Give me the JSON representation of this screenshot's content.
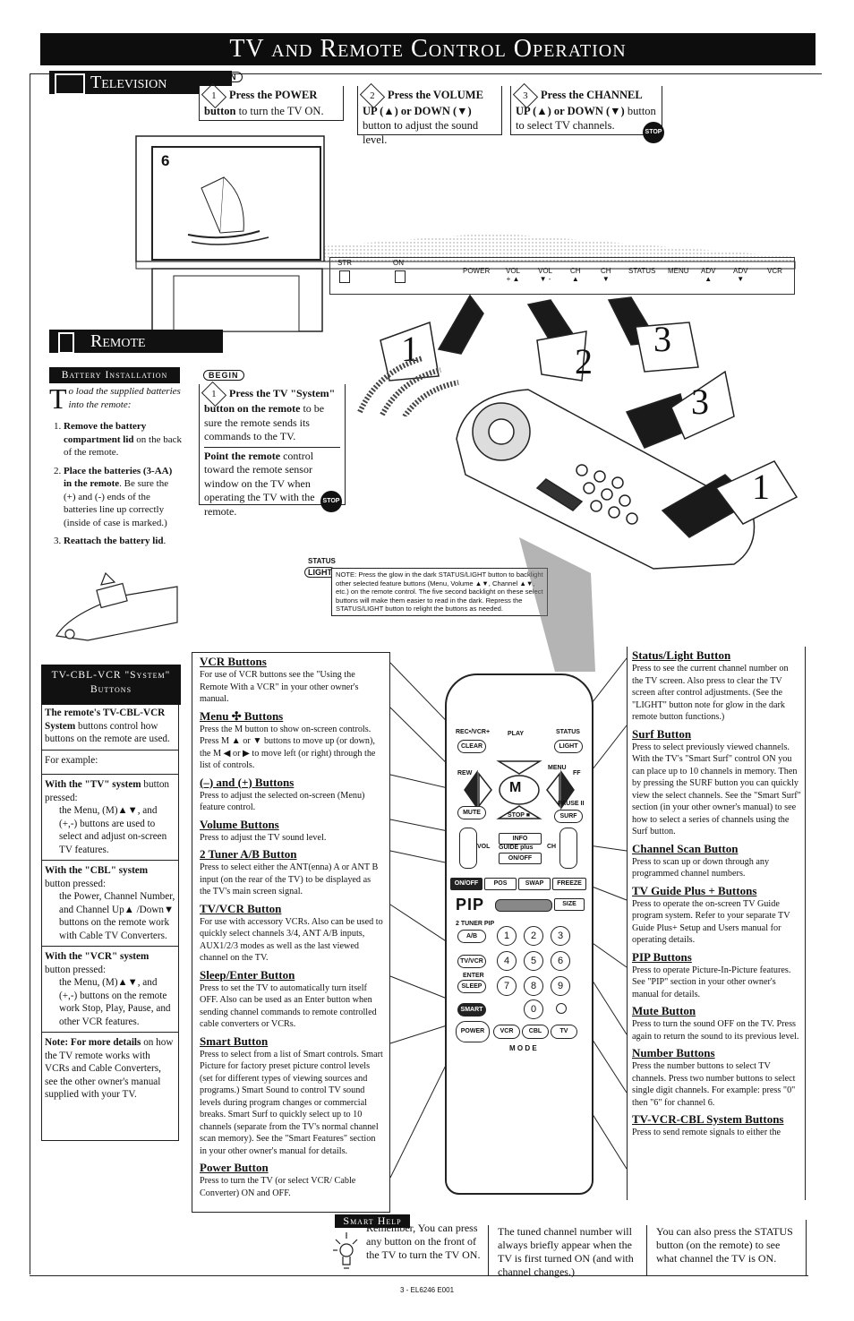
{
  "title": "TV and Remote Control Operation",
  "television": {
    "section_label": "Television",
    "begin_label": "BEGIN",
    "steps": [
      {
        "num": "1",
        "bold": "Press the POWER button",
        "rest": " to turn the TV ON."
      },
      {
        "num": "2",
        "bold": "Press the VOLUME UP (▲) or DOWN (▼)",
        "rest": " button to adjust the sound level."
      },
      {
        "num": "3",
        "bold": "Press the CHANNEL UP (▲) or DOWN (▼)",
        "rest": " button to select TV channels."
      }
    ],
    "stop_label": "STOP",
    "screen_channel": "6",
    "panel": {
      "str": "STR",
      "on": "ON",
      "buttons": [
        {
          "top": "POWER",
          "sub": ""
        },
        {
          "top": "VOL",
          "sub": "+ ▲"
        },
        {
          "top": "VOL",
          "sub": "▼ -"
        },
        {
          "top": "CH",
          "sub": "▲"
        },
        {
          "top": "CH",
          "sub": "▼"
        },
        {
          "top": "STATUS",
          "sub": ""
        },
        {
          "top": "MENU",
          "sub": ""
        },
        {
          "top": "ADV",
          "sub": "▲"
        },
        {
          "top": "ADV",
          "sub": "▼"
        },
        {
          "top": "VCR",
          "sub": ""
        }
      ]
    },
    "callouts": [
      "1",
      "2",
      "3"
    ]
  },
  "remote": {
    "section_label": "Remote",
    "battery": {
      "heading": "Battery Installation",
      "intro_initial": "T",
      "intro": "o load the supplied batteries into the remote:",
      "steps": [
        {
          "bold": "Remove the battery compartment lid",
          "rest": " on the back of the remote."
        },
        {
          "bold": "Place the batteries (3-AA) in the remote",
          "rest": ". Be sure the (+) and (-) ends of the batteries line up correctly (inside of case is marked.)"
        },
        {
          "bold": "Reattach the battery lid",
          "rest": "."
        }
      ]
    },
    "begin_label": "BEGIN",
    "step1": {
      "num": "1",
      "bold1": "Press the TV \"System\" button on the remote",
      "rest1": " to be sure the remote sends its commands to the TV.",
      "bold2": "Point the remote",
      "rest2": " control toward the remote sensor window on the TV when operating the TV with the remote."
    },
    "stop_label": "STOP",
    "status_label": "STATUS",
    "light_label": "LIGHT",
    "note": "NOTE: Press the glow in the dark STATUS/LIGHT button to backlight other selected feature buttons (Menu, Volume ▲▼, Channel ▲▼, etc.) on the remote control. The five second backlight on these select buttons will make them easier to read in the dark. Repress the STATUS/LIGHT button to relight the buttons as needed.",
    "callouts": [
      "3",
      "1"
    ]
  },
  "system_buttons": {
    "heading1": "TV-CBL-VCR \"System\"",
    "heading2": "Buttons",
    "intro_bold": "The remote's TV-CBL-VCR System",
    "intro_rest": " buttons control how buttons on the remote are used.",
    "example": "For example:",
    "items": [
      {
        "bold": "With the \"TV\" system",
        "rest": " button pressed:",
        "detail": "the Menu, (M)▲▼, and (+,-) buttons are used to select and adjust on-screen TV features."
      },
      {
        "bold": "With the \"CBL\" system",
        "rest": " button pressed:",
        "detail": "the Power, Channel Number, and Channel Up▲ /Down▼ buttons on the remote work with Cable TV Converters."
      },
      {
        "bold": "With the \"VCR\" system",
        "rest": " button pressed:",
        "detail": "the Menu, (M)▲▼, and (+,-) buttons on the remote work Stop, Play, Pause, and other VCR features."
      }
    ],
    "note_bold": "Note: For more details",
    "note_rest": " on how the TV remote works with VCRs and Cable Converters, see the other owner's manual supplied with your TV."
  },
  "left_buttons": [
    {
      "name": "VCR Buttons",
      "desc": "For use of VCR buttons see the \"Using the Remote With a VCR\" in your other owner's manual."
    },
    {
      "name": "Menu ✣ Buttons",
      "desc": "Press the M button to show on-screen controls. Press M ▲ or ▼ buttons to move up (or down), the M ◀ or ▶ to move left (or right) through the list of controls."
    },
    {
      "name": "(–) and (+) Buttons",
      "desc": "Press to adjust the selected on-screen (Menu) feature control."
    },
    {
      "name": "Volume Buttons",
      "desc": "Press to adjust the TV sound level."
    },
    {
      "name": "2 Tuner A/B Button",
      "desc": "Press to select either the ANT(enna) A or ANT B input (on the rear of the TV) to be displayed as the TV's main screen signal."
    },
    {
      "name": "TV/VCR Button",
      "desc": "For use with accessory VCRs. Also can be used to quickly select channels 3/4, ANT A/B inputs, AUX1/2/3 modes as well as the last viewed channel on the TV."
    },
    {
      "name": "Sleep/Enter Button",
      "desc": "Press to set the TV to automatically turn itself OFF. Also can be used as an Enter button when sending channel commands to remote controlled cable converters or VCRs."
    },
    {
      "name": "Smart Button",
      "desc": "Press to select from a list of Smart controls. Smart Picture for factory preset picture control levels (set for different types of viewing sources and programs.) Smart Sound to control TV sound levels during program changes or commercial breaks. Smart Surf to quickly select up to 10 channels (separate from the TV's normal channel scan memory). See the \"Smart Features\" section in your other owner's manual for details."
    },
    {
      "name": "Power Button",
      "desc": "Press to turn the TV (or select VCR/ Cable Converter) ON and OFF."
    }
  ],
  "right_buttons": [
    {
      "name": "Status/Light Button",
      "desc": "Press to see the current channel number on the TV screen. Also press to clear the TV screen after control adjustments. (See the \"LIGHT\" button note for glow in the dark remote button functions.)"
    },
    {
      "name": "Surf Button",
      "desc": "Press to select previously viewed channels. With the TV's \"Smart Surf\" control ON you can place up to 10 channels in memory. Then by pressing the SURF button you can quickly view the select channels. See the \"Smart Surf\" section (in your other owner's manual) to see how to select a series of channels using the Surf button."
    },
    {
      "name": "Channel Scan Button",
      "desc": "Press to scan up or down through any programmed channel numbers."
    },
    {
      "name": "TV Guide Plus + Buttons",
      "desc": "Press to operate the on-screen TV Guide program system. Refer to your separate TV Guide Plus+ Setup and Users manual for operating details."
    },
    {
      "name": "PIP Buttons",
      "desc": "Press to operate Picture-In-Picture features. See \"PIP\" section in your other owner's manual for details."
    },
    {
      "name": "Mute Button",
      "desc": "Press to turn the sound OFF on the TV. Press again to return the sound to its previous level."
    },
    {
      "name": "Number Buttons",
      "desc": "Press the number buttons to select TV channels. Press two number buttons to select single digit channels. For example: press \"0\" then \"6\" for channel 6."
    },
    {
      "name": "TV-VCR-CBL System Buttons",
      "desc": "Press to send remote signals to either the"
    }
  ],
  "remote_labels": {
    "rec": "REC•/VCR+",
    "clear": "CLEAR",
    "play": "PLAY",
    "status": "STATUS",
    "light": "LIGHT",
    "rew": "REW",
    "ff": "FF",
    "m": "M",
    "menu": "MENU",
    "mute": "MUTE",
    "stop": "STOP ■",
    "pause": "PAUSE II",
    "surf": "SURF",
    "vol": "VOL",
    "ch": "CH",
    "info": "INFO",
    "guide": "GUIDE plus",
    "onoff_small": "ON/OFF",
    "pip_onoff": "ON/OFF",
    "pos": "POS",
    "swap": "SWAP",
    "freeze": "FREEZE",
    "pip": "PIP",
    "size": "SIZE",
    "tuner": "2 TUNER PIP",
    "ab": "A/B",
    "tvvcr": "TV/VCR",
    "enter": "ENTER",
    "sleep": "SLEEP",
    "smart": "SMART",
    "power": "POWER",
    "vcr": "VCR",
    "cbl": "CBL",
    "tv": "TV",
    "mode": "M  O  D  E",
    "digits": [
      "1",
      "2",
      "3",
      "4",
      "5",
      "6",
      "7",
      "8",
      "9",
      "0"
    ]
  },
  "smart_help": {
    "label": "Smart Help",
    "col1": "Remember, You can press any button on the front of the TV to turn the TV ON.",
    "col2": "The tuned channel number will always briefly appear when the TV is first turned ON (and with channel changes.)",
    "col3": "You can also press the STATUS button (on the remote) to see what channel the TV is ON."
  },
  "footer": "3 - EL6246 E001"
}
